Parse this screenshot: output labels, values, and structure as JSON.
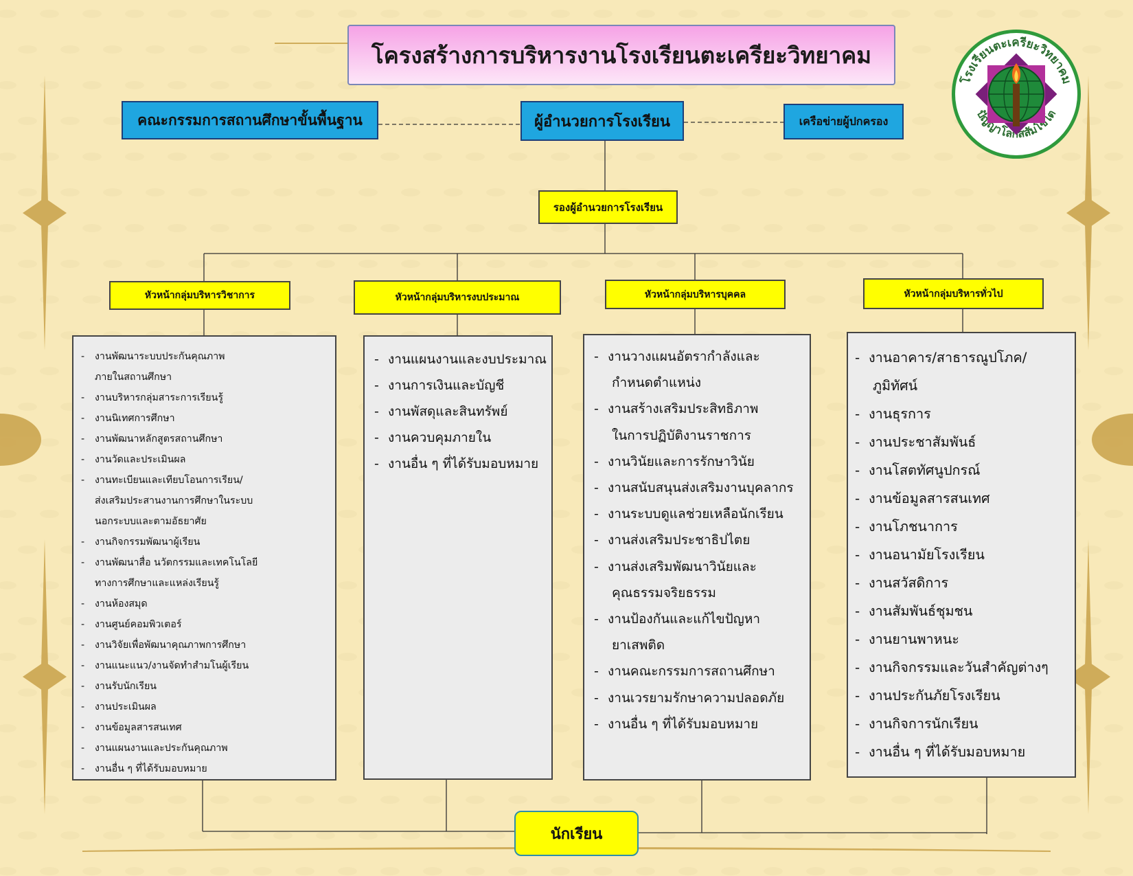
{
  "title": "โครงสร้างการบริหารงานโรงเรียนตะเครียะวิทยาคม",
  "top_row": {
    "committee": "คณะกรรมการสถานศึกษาขั้นพื้นฐาน",
    "director": "ผู้อำนวยการโรงเรียน",
    "parent_network": "เครือข่ายผู้ปกครอง"
  },
  "deputy": "รองผู้อำนวยการโรงเรียน",
  "logo": {
    "text_top": "โรงเรียนตะเครียะวิทยาคม",
    "text_bottom": "ปัญญาโลกสสัมโชโต"
  },
  "groups": [
    {
      "head": "หัวหน้ากลุ่มบริหารวิชาการ",
      "items": [
        "งานพัฒนาระบบประกันคุณภาพ",
        "ภายในสถานศึกษา",
        "งานบริหารกลุ่มสาระการเรียนรู้",
        "งานนิเทศการศึกษา",
        "งานพัฒนาหลักสูตรสถานศึกษา",
        "งานวัดและประเมินผล",
        "งานทะเบียนและเทียบโอนการเรียน/",
        "ส่งเสริมประสานงานการศึกษาในระบบ",
        "นอกระบบและตามอัธยาศัย",
        "งานกิจกรรมพัฒนาผู้เรียน",
        "งานพัฒนาสื่อ  นวัตกรรมและเทคโนโลยี",
        "ทางการศึกษาและแหล่งเรียนรู้",
        "งานห้องสมุด",
        "งานศูนย์คอมพิวเตอร์",
        "งานวิจัยเพื่อพัฒนาคุณภาพการศึกษา",
        "งานแนะแนว/งานจัดทำสำมโนผู้เรียน",
        "งานรับนักเรียน",
        "งานประเมินผล",
        "งานข้อมูลสารสนเทศ",
        "งานแผนงานและประกันคุณภาพ",
        "งานอื่น ๆ ที่ได้รับมอบหมาย"
      ]
    },
    {
      "head": "หัวหน้ากลุ่มบริหารงบประมาณ",
      "items": [
        "งานแผนงานและงบประมาณ",
        "งานการเงินและบัญชี",
        "งานพัสดุและสินทรัพย์",
        "งานควบคุมภายใน",
        "งานอื่น ๆ ที่ได้รับมอบหมาย"
      ]
    },
    {
      "head": "หัวหน้ากลุ่มบริหารบุคคล",
      "items": [
        "งานวางแผนอัตรากำลังและ",
        "กำหนดตำแหน่ง",
        "งานสร้างเสริมประสิทธิภาพ",
        "ในการปฏิบัติงานราชการ",
        "งานวินัยและการรักษาวินัย",
        "งานสนับสนุนส่งเสริมงานบุคลากร",
        "งานระบบดูแลช่วยเหลือนักเรียน",
        "งานส่งเสริมประชาธิปไตย",
        "งานส่งเสริมพัฒนาวินัยและ",
        "คุณธรรมจริยธรรม",
        "งานป้องกันและแก้ไขปัญหา",
        "ยาเสพติด",
        "งานคณะกรรมการสถานศึกษา",
        "งานเวรยามรักษาความปลอดภัย",
        "งานอื่น ๆ ที่ได้รับมอบหมาย"
      ]
    },
    {
      "head": "หัวหน้ากลุ่มบริหารทั่วไป",
      "items": [
        "งานอาคาร/สาธารณูปโภค/",
        "ภูมิทัศน์",
        "งานธุรการ",
        "งานประชาสัมพันธ์",
        "งานโสตทัศนูปกรณ์",
        "งานข้อมูลสารสนเทศ",
        "งานโภชนาการ",
        "งานอนามัยโรงเรียน",
        "งานสวัสดิการ",
        "งานสัมพันธ์ชุมชน",
        "งานยานพาหนะ",
        "งานกิจกรรมและวันสำคัญต่างๆ",
        "งานประกันภัยโรงเรียน",
        "งานกิจการนักเรียน",
        "งานอื่น ๆ ที่ได้รับมอบหมาย"
      ]
    }
  ],
  "student": "นักเรียน",
  "colors": {
    "background": "#f8e9b9",
    "title_gradient_top": "#f6a3e6",
    "blue_box": "#1fa6e0",
    "yellow_box": "#ffff00",
    "list_box": "#ececec",
    "ornament": "#c9a24a"
  }
}
